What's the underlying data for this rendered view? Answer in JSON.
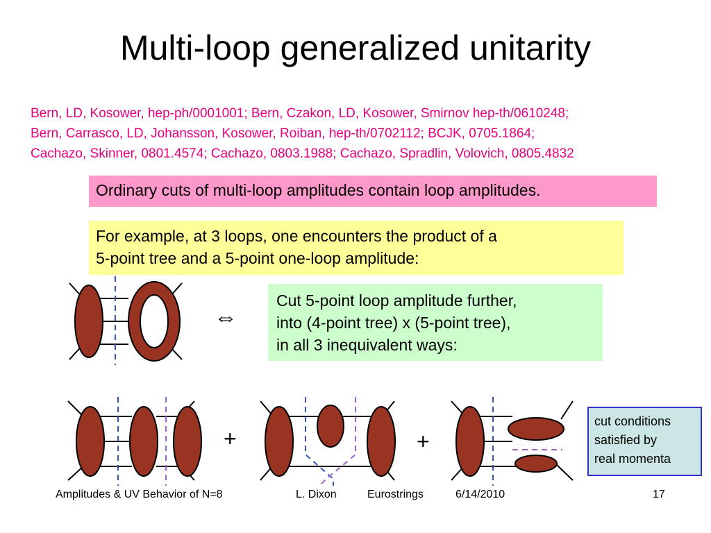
{
  "title": "Multi-loop generalized unitarity",
  "references": [
    "Bern, LD, Kosower, hep-ph/0001001; Bern, Czakon, LD, Kosower, Smirnov hep-th/0610248;",
    "Bern, Carrasco, LD, Johansson, Kosower, Roiban, hep-th/0702112;  BCJK, 0705.1864;",
    "Cachazo, Skinner, 0801.4574; Cachazo, 0803.1988; Cachazo, Spradlin, Volovich, 0805.4832"
  ],
  "pink_box": "Ordinary cuts of multi-loop amplitudes contain loop amplitudes.",
  "yellow_box": [
    "For example, at 3 loops, one encounters the product of a",
    "5-point tree and a 5-point one-loop amplitude:"
  ],
  "green_box": [
    "Cut 5-point loop amplitude further,",
    "into (4-point tree) x (5-point tree),",
    "in all 3 inequivalent ways:"
  ],
  "equiv_symbol": "⇔",
  "plus_symbol": "+",
  "blue_box": [
    "cut conditions",
    "satisfied by",
    "real momenta"
  ],
  "footer": {
    "talk_title": "Amplitudes & UV Behavior of N=8",
    "author": "L. Dixon",
    "conference": "Eurostrings",
    "date": "6/14/2010",
    "page_number": "17"
  },
  "colors": {
    "blob_fill": "#993322",
    "reference_text": "#e6007e",
    "cut_blue": "#3355bb",
    "cut_purple": "#9966cc"
  }
}
